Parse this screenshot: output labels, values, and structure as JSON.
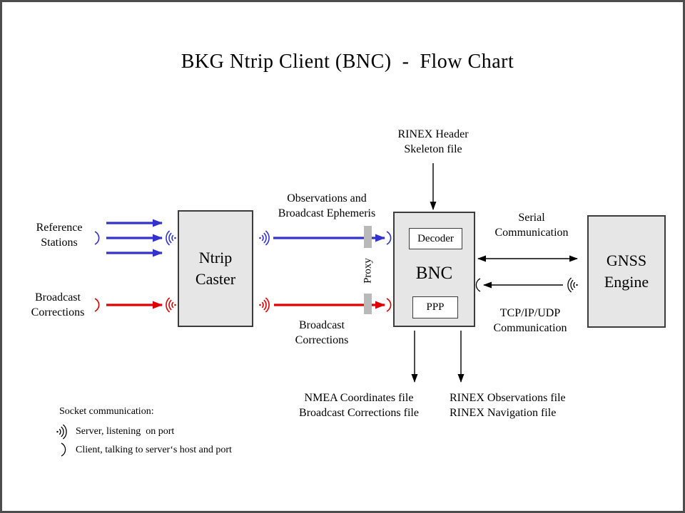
{
  "title": "BKG Ntrip Client (BNC)  -  Flow Chart",
  "nodes": {
    "ntrip_caster": "Ntrip\nCaster",
    "bnc": "BNC",
    "decoder": "Decoder",
    "ppp": "PPP",
    "gnss_engine": "GNSS\nEngine"
  },
  "labels": {
    "reference_stations": "Reference\nStations",
    "broadcast_corrections_input": "Broadcast\nCorrections",
    "observations_ephemeris": "Observations and\nBroadcast Ephemeris",
    "broadcast_corrections_stream": "Broadcast\nCorrections",
    "rinex_header": "RINEX Header\nSkeleton file",
    "serial_comm": "Serial\nCommunication",
    "tcpip_comm": "TCP/IP/UDP\nCommunication",
    "proxy": "Proxy",
    "nmea_outputs": "NMEA Coordinates file\nBroadcast Corrections file",
    "rinex_outputs": "RINEX Observations file\nRINEX Navigation file"
  },
  "legend": {
    "title": "Socket communication:",
    "server": "Server, listening  on port",
    "client": "Client, talking to server‘s host and port"
  },
  "colors": {
    "observation_stream_blue": "#3333cc",
    "correction_stream_red": "#dd0000",
    "node_fill": "#e6e6e6",
    "node_border": "#3c3c3c",
    "proxy_bar_gray": "#b9b9b9",
    "frame_border": "#4d4d4d"
  }
}
